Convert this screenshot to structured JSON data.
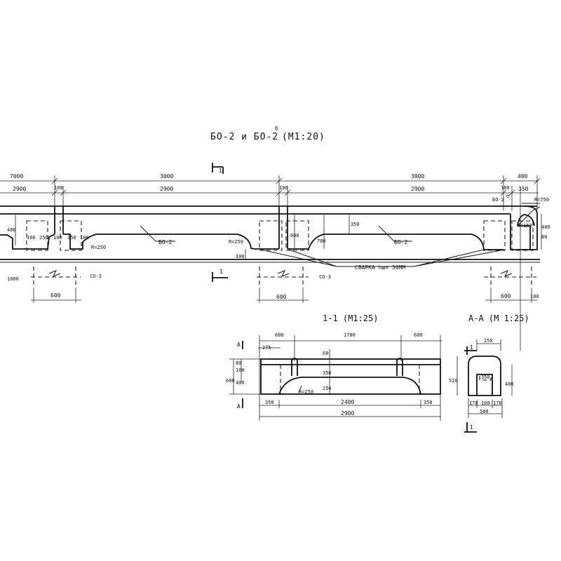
{
  "title": {
    "main": "БО-2 и БО-2",
    "sup": "б",
    "scale": "(М1:20)"
  },
  "top": {
    "row1": [
      "7000",
      "3000",
      "3000",
      "400"
    ],
    "row2": [
      "2900",
      "100",
      "2900",
      "100",
      "2900",
      "100",
      "350"
    ],
    "cut_marks": [
      "1",
      "1"
    ],
    "beam_labels": [
      "БО-2",
      "БО-2"
    ],
    "beam_corner_label": "БО-2",
    "beam_corner_sup": "б",
    "radii": [
      "R=250",
      "R=250",
      "R=750",
      "R=150"
    ],
    "small_dims": [
      "100",
      "250",
      "100",
      "250",
      "100"
    ],
    "vert_dims": [
      "400",
      "1000",
      "600",
      "700",
      "350",
      "100",
      "400",
      "80"
    ],
    "co_labels": [
      "СО-3",
      "СО-3"
    ],
    "weld_note": "СВАРКА hш= 50ММ",
    "bottom_dims": [
      "600",
      "600",
      "600",
      "100"
    ]
  },
  "section11": {
    "title": "1-1  (М1:25)",
    "top_dims": [
      "600",
      "1700",
      "600"
    ],
    "left_dims": [
      "275",
      "600",
      "80",
      "100",
      "400"
    ],
    "mid_dims": [
      "60",
      "350",
      "250"
    ],
    "radius": "R=250",
    "bottom_dims": [
      "350",
      "2400",
      "350"
    ],
    "total": "2900",
    "cut_letter": "А"
  },
  "sectionAA": {
    "title": "А-А  (М 1:25)",
    "top_dim": "250",
    "inner_dim": "350",
    "side_dims": [
      "520",
      "400"
    ],
    "bottom_dims": [
      "170",
      "160",
      "170"
    ],
    "total": "500",
    "mark": "1"
  }
}
